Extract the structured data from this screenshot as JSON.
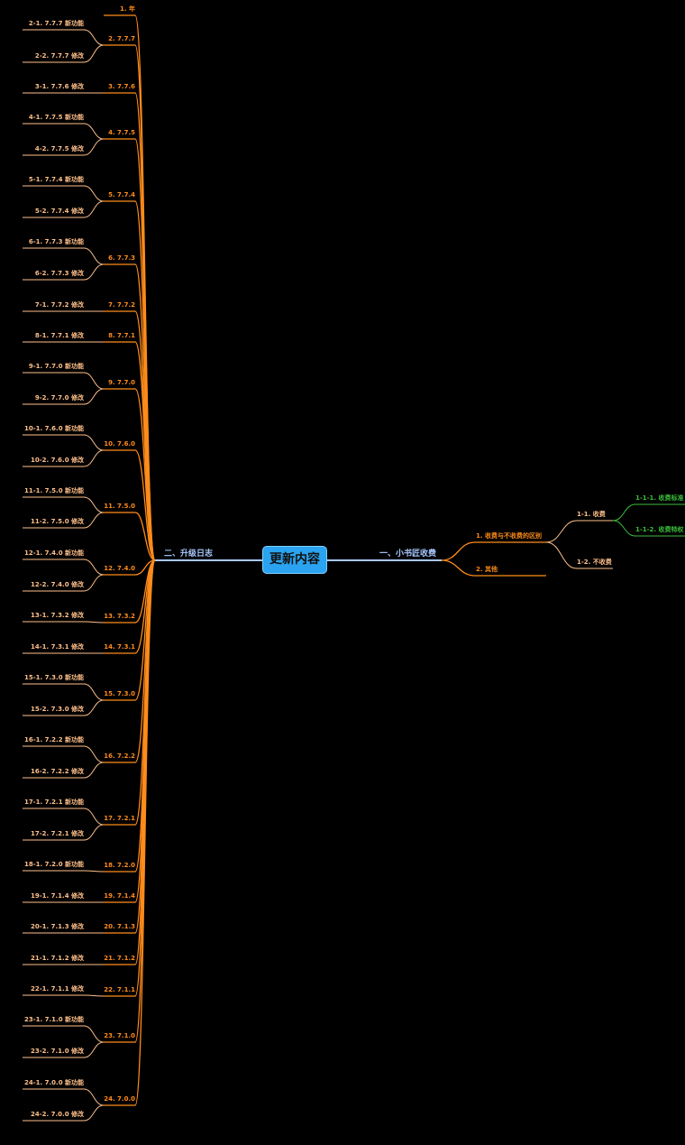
{
  "root": "更新内容",
  "colors": {
    "line_blue": "#a9c8ff",
    "orange": "#ff8c1a",
    "light_orange": "#ffc08a",
    "green": "#3bbf3b",
    "root_fill": "#2aa3f0"
  },
  "right_branch": {
    "label": "一、小书匠收费",
    "children": [
      {
        "label": "1. 收费与不收费的区别",
        "children": [
          {
            "label": "1-1. 收费",
            "children": [
              {
                "label": "1-1-1. 收费标准"
              },
              {
                "label": "1-1-2. 收费特权"
              }
            ]
          },
          {
            "label": "1-2. 不收费",
            "children": []
          }
        ]
      },
      {
        "label": "2. 其他",
        "children": []
      }
    ]
  },
  "left_branch": {
    "label": "二、升级日志",
    "children": [
      {
        "label": "1. 年",
        "children": []
      },
      {
        "label": "2. 7.7.7",
        "children": [
          {
            "label": "2-1. 7.7.7 新功能"
          },
          {
            "label": "2-2. 7.7.7 修改"
          }
        ]
      },
      {
        "label": "3. 7.7.6",
        "children": [
          {
            "label": "3-1. 7.7.6 修改"
          }
        ]
      },
      {
        "label": "4. 7.7.5",
        "children": [
          {
            "label": "4-1. 7.7.5 新功能"
          },
          {
            "label": "4-2. 7.7.5 修改"
          }
        ]
      },
      {
        "label": "5. 7.7.4",
        "children": [
          {
            "label": "5-1. 7.7.4 新功能"
          },
          {
            "label": "5-2. 7.7.4 修改"
          }
        ]
      },
      {
        "label": "6. 7.7.3",
        "children": [
          {
            "label": "6-1. 7.7.3 新功能"
          },
          {
            "label": "6-2. 7.7.3 修改"
          }
        ]
      },
      {
        "label": "7. 7.7.2",
        "children": [
          {
            "label": "7-1. 7.7.2 修改"
          }
        ]
      },
      {
        "label": "8. 7.7.1",
        "children": [
          {
            "label": "8-1. 7.7.1 修改"
          }
        ]
      },
      {
        "label": "9. 7.7.0",
        "children": [
          {
            "label": "9-1. 7.7.0 新功能"
          },
          {
            "label": "9-2. 7.7.0 修改"
          }
        ]
      },
      {
        "label": "10. 7.6.0",
        "children": [
          {
            "label": "10-1. 7.6.0 新功能"
          },
          {
            "label": "10-2. 7.6.0 修改"
          }
        ]
      },
      {
        "label": "11. 7.5.0",
        "children": [
          {
            "label": "11-1. 7.5.0 新功能"
          },
          {
            "label": "11-2. 7.5.0 修改"
          }
        ]
      },
      {
        "label": "12. 7.4.0",
        "children": [
          {
            "label": "12-1. 7.4.0 新功能"
          },
          {
            "label": "12-2. 7.4.0 修改"
          }
        ]
      },
      {
        "label": "13. 7.3.2",
        "children": [
          {
            "label": "13-1. 7.3.2 修改"
          }
        ]
      },
      {
        "label": "14. 7.3.1",
        "children": [
          {
            "label": "14-1. 7.3.1 修改"
          }
        ]
      },
      {
        "label": "15. 7.3.0",
        "children": [
          {
            "label": "15-1. 7.3.0 新功能"
          },
          {
            "label": "15-2. 7.3.0 修改"
          }
        ]
      },
      {
        "label": "16. 7.2.2",
        "children": [
          {
            "label": "16-1. 7.2.2 新功能"
          },
          {
            "label": "16-2. 7.2.2 修改"
          }
        ]
      },
      {
        "label": "17. 7.2.1",
        "children": [
          {
            "label": "17-1. 7.2.1 新功能"
          },
          {
            "label": "17-2. 7.2.1 修改"
          }
        ]
      },
      {
        "label": "18. 7.2.0",
        "children": [
          {
            "label": "18-1. 7.2.0 新功能"
          }
        ]
      },
      {
        "label": "19. 7.1.4",
        "children": [
          {
            "label": "19-1. 7.1.4 修改"
          }
        ]
      },
      {
        "label": "20. 7.1.3",
        "children": [
          {
            "label": "20-1. 7.1.3 修改"
          }
        ]
      },
      {
        "label": "21. 7.1.2",
        "children": [
          {
            "label": "21-1. 7.1.2 修改"
          }
        ]
      },
      {
        "label": "22. 7.1.1",
        "children": [
          {
            "label": "22-1. 7.1.1 修改"
          }
        ]
      },
      {
        "label": "23. 7.1.0",
        "children": [
          {
            "label": "23-1. 7.1.0 新功能"
          },
          {
            "label": "23-2. 7.1.0 修改"
          }
        ]
      },
      {
        "label": "24. 7.0.0",
        "children": [
          {
            "label": "24-1. 7.0.0 新功能"
          },
          {
            "label": "24-2. 7.0.0 修改"
          }
        ]
      }
    ]
  }
}
